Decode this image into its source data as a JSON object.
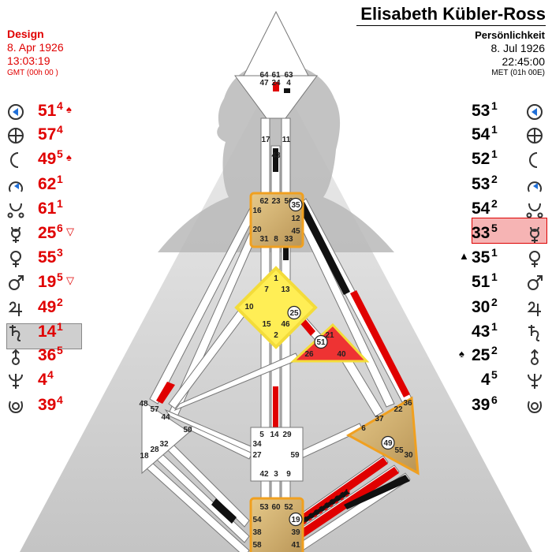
{
  "design": {
    "heading": "Design",
    "date": "8. Apr 1926",
    "time": "13:03:19",
    "zone": "GMT (00h 00 )"
  },
  "personality": {
    "name": "Elisabeth Kübler-Ross",
    "heading": "Persönlichkeit",
    "date": "8. Jul 1926",
    "time": "22:45:00",
    "zone": "MET (01h 00E)"
  },
  "design_rows": [
    {
      "planet": "sun-icon",
      "gate": "51",
      "line": "4",
      "mark": "♠"
    },
    {
      "planet": "earth-icon",
      "gate": "57",
      "line": "4",
      "mark": ""
    },
    {
      "planet": "moon-icon",
      "gate": "49",
      "line": "5",
      "mark": "♠"
    },
    {
      "planet": "north-node-icon",
      "gate": "62",
      "line": "1",
      "mark": ""
    },
    {
      "planet": "south-node-icon",
      "gate": "61",
      "line": "1",
      "mark": ""
    },
    {
      "planet": "mercury-icon",
      "gate": "25",
      "line": "6",
      "mark": "▽"
    },
    {
      "planet": "venus-icon",
      "gate": "55",
      "line": "3",
      "mark": ""
    },
    {
      "planet": "mars-icon",
      "gate": "19",
      "line": "5",
      "mark": "▽"
    },
    {
      "planet": "jupiter-icon",
      "gate": "49",
      "line": "2",
      "mark": ""
    },
    {
      "planet": "saturn-icon",
      "gate": "14",
      "line": "1",
      "mark": ""
    },
    {
      "planet": "uranus-icon",
      "gate": "36",
      "line": "5",
      "mark": ""
    },
    {
      "planet": "neptune-icon",
      "gate": "4",
      "line": "4",
      "mark": ""
    },
    {
      "planet": "pluto-icon",
      "gate": "39",
      "line": "4",
      "mark": ""
    }
  ],
  "personality_rows": [
    {
      "planet": "sun-icon",
      "gate": "53",
      "line": "1",
      "mark": ""
    },
    {
      "planet": "earth-icon",
      "gate": "54",
      "line": "1",
      "mark": ""
    },
    {
      "planet": "moon-icon",
      "gate": "52",
      "line": "1",
      "mark": ""
    },
    {
      "planet": "north-node-icon",
      "gate": "53",
      "line": "2",
      "mark": ""
    },
    {
      "planet": "south-node-icon",
      "gate": "54",
      "line": "2",
      "mark": ""
    },
    {
      "planet": "mercury-icon",
      "gate": "33",
      "line": "5",
      "mark": ""
    },
    {
      "planet": "venus-icon",
      "gate": "35",
      "line": "1",
      "mark": "▲"
    },
    {
      "planet": "mars-icon",
      "gate": "51",
      "line": "1",
      "mark": ""
    },
    {
      "planet": "jupiter-icon",
      "gate": "30",
      "line": "2",
      "mark": ""
    },
    {
      "planet": "saturn-icon",
      "gate": "43",
      "line": "1",
      "mark": ""
    },
    {
      "planet": "uranus-icon",
      "gate": "25",
      "line": "2",
      "mark": "♠"
    },
    {
      "planet": "neptune-icon",
      "gate": "4",
      "line": "5",
      "mark": ""
    },
    {
      "planet": "pluto-icon",
      "gate": "39",
      "line": "6",
      "mark": ""
    }
  ],
  "colors": {
    "design": "#e00000",
    "personality": "#000000",
    "defined_center": "#cda864",
    "defined_border": "#f0a020",
    "g_center": "#ffee55",
    "ego_center": "#ee3333"
  },
  "gates": {
    "head": [
      "64",
      "61",
      "63"
    ],
    "ajna_top": [
      "47",
      "24",
      "4"
    ],
    "ajna_bottom": [
      "17",
      "43",
      "11"
    ],
    "throat": [
      "62",
      "23",
      "56",
      "16",
      "35",
      "12",
      "20",
      "45",
      "31",
      "8",
      "33"
    ],
    "g": [
      "1",
      "7",
      "13",
      "10",
      "25",
      "15",
      "46",
      "2"
    ],
    "ego": [
      "21",
      "51",
      "26",
      "40"
    ],
    "spleen": [
      "48",
      "57",
      "44",
      "50",
      "32",
      "28",
      "18"
    ],
    "sacral": [
      "5",
      "14",
      "29",
      "34",
      "27",
      "59",
      "42",
      "3",
      "9"
    ],
    "solar_plexus": [
      "36",
      "22",
      "37",
      "6",
      "49",
      "55",
      "30"
    ],
    "root": [
      "53",
      "60",
      "52",
      "54",
      "19",
      "38",
      "39",
      "58",
      "41"
    ]
  }
}
